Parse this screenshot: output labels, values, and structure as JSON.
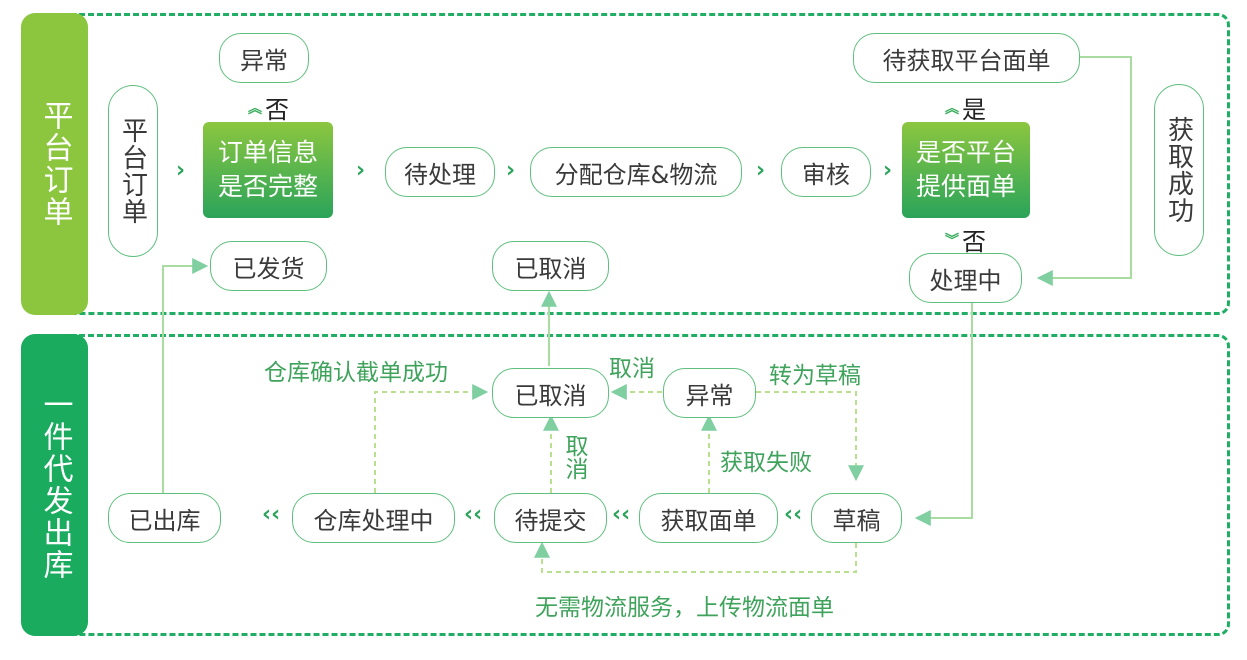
{
  "lanes": {
    "platform": {
      "label": "平台订单",
      "color": "#8cc63f"
    },
    "dropship": {
      "label": "一件代发出库",
      "color": "#1aab5f"
    }
  },
  "platform_nodes": {
    "start": "平台订单",
    "check_complete": [
      "订单信息",
      "是否完整"
    ],
    "exception": "异常",
    "pending": "待处理",
    "assign": "分配仓库&物流",
    "review": "审核",
    "platform_waybill": [
      "是否平台",
      "提供面单"
    ],
    "awaiting_waybill": "待获取平台面单",
    "processing": "处理中",
    "shipped": "已发货",
    "cancelled": "已取消",
    "fetch_success": "获取成功"
  },
  "platform_labels": {
    "no_to_exception": "否",
    "yes": "是",
    "no": "否"
  },
  "dropship_nodes": {
    "cancelled": "已取消",
    "exception": "异常",
    "draft": "草稿",
    "get_waybill": "获取面单",
    "pending_submit": "待提交",
    "warehouse_processing": "仓库处理中",
    "outbound": "已出库"
  },
  "dropship_labels": {
    "warehouse_intercept": "仓库确认截单成功",
    "cancel_h": "取消",
    "to_draft": "转为草稿",
    "cancel_v": "取消",
    "fetch_fail": "获取失败",
    "no_logistics": "无需物流服务，上传物流面单"
  },
  "colors": {
    "frame": "#1fae63",
    "pill_border": "#5fbf7e",
    "connector": "#7fcfa0",
    "dashed_connector": "#b9e08e",
    "label_text": "#3fa35c"
  }
}
